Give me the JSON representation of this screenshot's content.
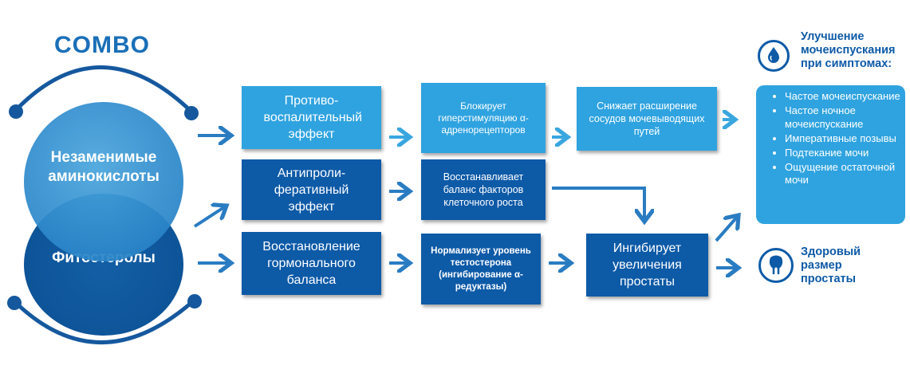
{
  "combo_title": "COMBO",
  "circles": {
    "top": "Незаменимые аминокислоты",
    "bottom": "Фитостеролы"
  },
  "boxes": {
    "anti_inflammatory": "Противо-воспалительный эффект",
    "antiproliferative": "Антипроли-феративный эффект",
    "hormonal": "Восстановление гормонального баланса",
    "blocks": "Блокирует гиперстимуляцию α-адренорецепторов",
    "restores": "Восстанавливает баланс факторов клеточного роста",
    "normalizes": "Нормализует уровень тестостерона (ингибирование α-редуктазы)",
    "reduces": "Снижает расширение сосудов мочевыводящих путей",
    "inhibits": "Ингибирует увеличения простаты"
  },
  "right": {
    "urination_title": "Улучшение мочеиспускания при симптомах:",
    "symptoms": [
      "Частое мочеиспускание",
      "Частое ночное мочеиспускание",
      "Императивные позывы",
      "Подтекание мочи",
      "Ощущение остаточной мочи"
    ],
    "prostate_title": "Здоровый размер простаты"
  },
  "icons": {
    "urination": "water-drops-icon",
    "prostate": "prostate-icon"
  },
  "colors": {
    "dark_blue": "#0d5aa7",
    "light_blue": "#2fa3e0",
    "title_blue": "#1a6fb8"
  }
}
